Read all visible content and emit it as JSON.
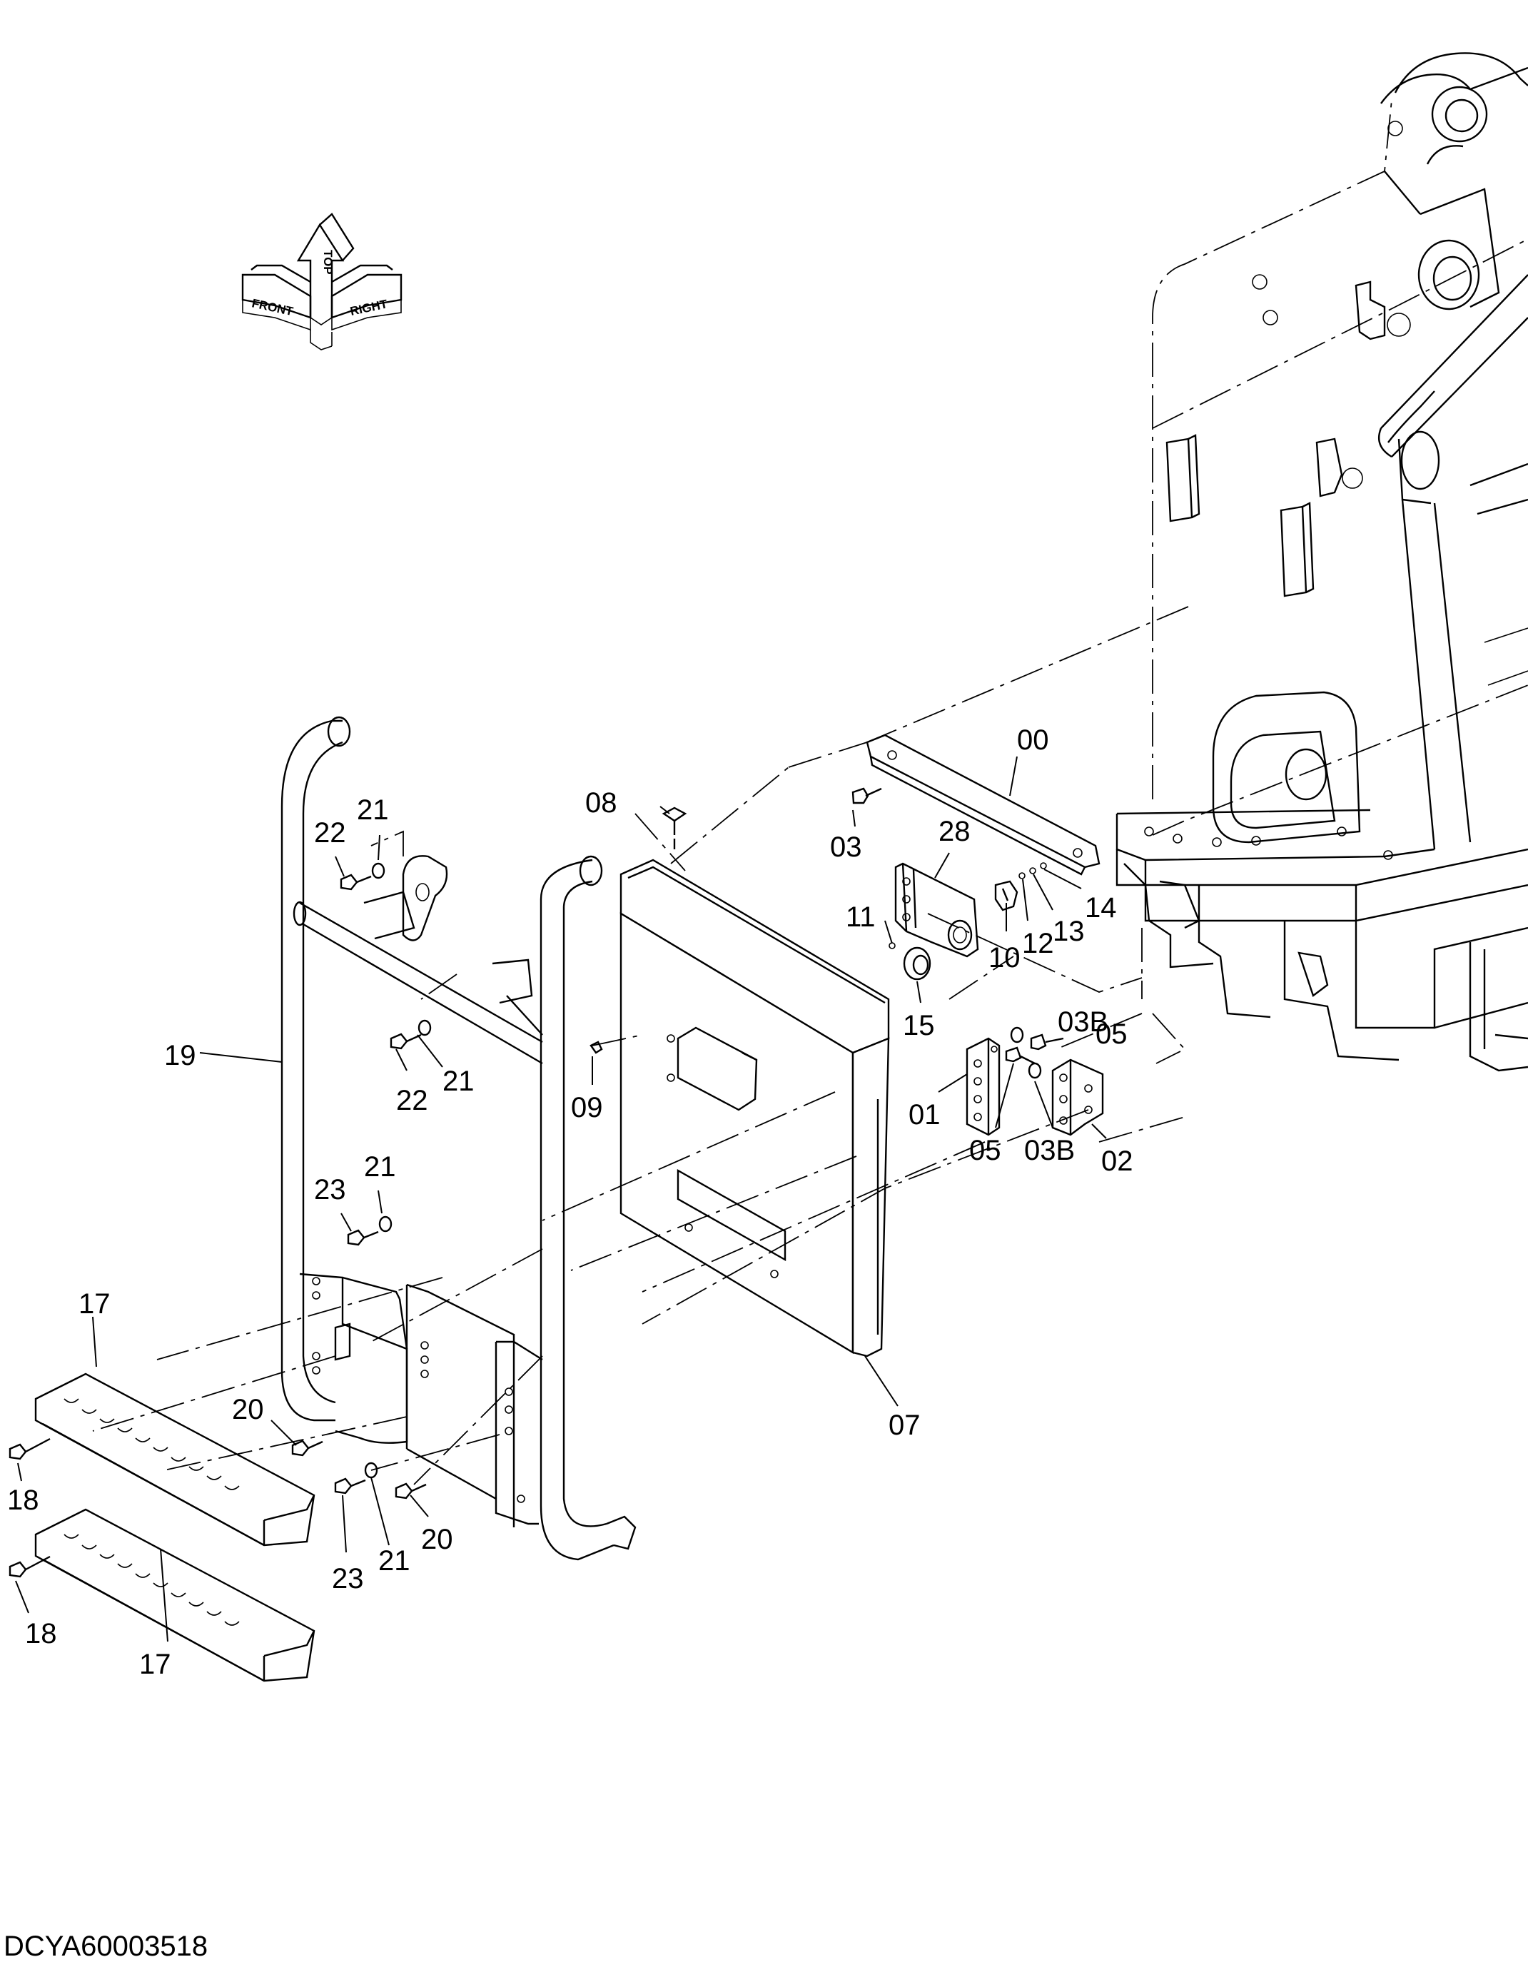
{
  "document_code": "DCYA60003518",
  "orientation_compass": {
    "front": "FRONT",
    "top": "TOP",
    "right": "RIGHT"
  },
  "parts": [
    {
      "id": "p00",
      "label": "00"
    },
    {
      "id": "p01",
      "label": "01"
    },
    {
      "id": "p02",
      "label": "02"
    },
    {
      "id": "p03",
      "label": "03"
    },
    {
      "id": "p03b_a",
      "label": "03B"
    },
    {
      "id": "p03b_b",
      "label": "03B"
    },
    {
      "id": "p05_a",
      "label": "05"
    },
    {
      "id": "p05_b",
      "label": "05"
    },
    {
      "id": "p07",
      "label": "07"
    },
    {
      "id": "p08",
      "label": "08"
    },
    {
      "id": "p09",
      "label": "09"
    },
    {
      "id": "p10",
      "label": "10"
    },
    {
      "id": "p11",
      "label": "11"
    },
    {
      "id": "p12",
      "label": "12"
    },
    {
      "id": "p13",
      "label": "13"
    },
    {
      "id": "p14",
      "label": "14"
    },
    {
      "id": "p15",
      "label": "15"
    },
    {
      "id": "p17_a",
      "label": "17"
    },
    {
      "id": "p17_b",
      "label": "17"
    },
    {
      "id": "p18_a",
      "label": "18"
    },
    {
      "id": "p18_b",
      "label": "18"
    },
    {
      "id": "p19",
      "label": "19"
    },
    {
      "id": "p20_a",
      "label": "20"
    },
    {
      "id": "p20_b",
      "label": "20"
    },
    {
      "id": "p21_a",
      "label": "21"
    },
    {
      "id": "p21_b",
      "label": "21"
    },
    {
      "id": "p21_c",
      "label": "21"
    },
    {
      "id": "p21_d",
      "label": "21"
    },
    {
      "id": "p22_a",
      "label": "22"
    },
    {
      "id": "p22_b",
      "label": "22"
    },
    {
      "id": "p23_a",
      "label": "23"
    },
    {
      "id": "p23_b",
      "label": "23"
    },
    {
      "id": "p28",
      "label": "28"
    }
  ]
}
